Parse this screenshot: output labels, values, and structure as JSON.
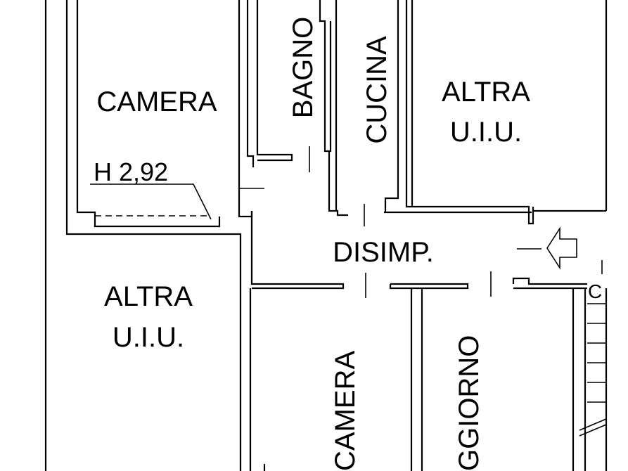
{
  "rooms": {
    "camera_top": "CAMERA",
    "bagno": "BAGNO",
    "cucina": "CUCINA",
    "altra_top_line1": "ALTRA",
    "altra_top_line2": "U.I.U.",
    "height_note": "H 2,92",
    "disimp": "DISIMP.",
    "altra_left_line1": "ALTRA",
    "altra_left_line2": "U.I.U.",
    "camera_bottom": "CAMERA",
    "soggiorno": "GGIORNO",
    "stair_partial": "C"
  },
  "icons": {
    "entrance": "entrance-arrow-icon"
  }
}
